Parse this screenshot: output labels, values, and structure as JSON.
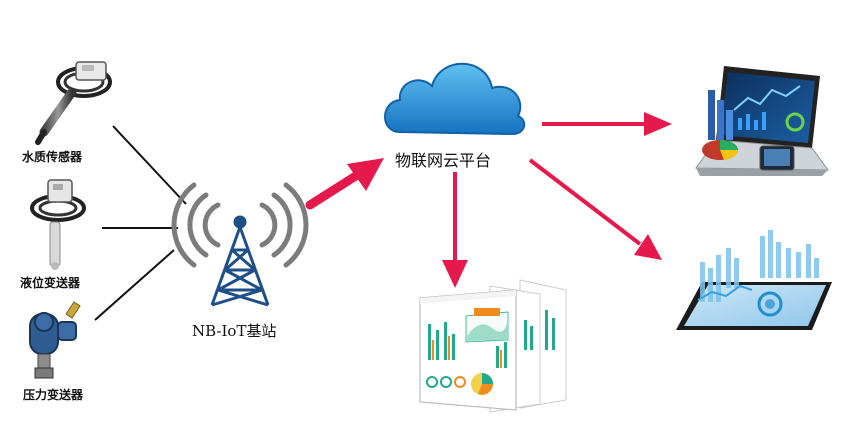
{
  "nodes": {
    "water_sensor": {
      "label": "水质传感器",
      "icon": "water-quality-sensor-icon"
    },
    "level_sensor": {
      "label": "液位变送器",
      "icon": "level-transmitter-icon"
    },
    "pressure_sensor": {
      "label": "压力变送器",
      "icon": "pressure-transmitter-icon"
    },
    "base_station": {
      "label": "NB-IoT基站",
      "icon": "cell-tower-icon"
    },
    "cloud_platform": {
      "label": "物联网云平台",
      "icon": "cloud-icon"
    },
    "web_dashboard": {
      "icon": "web-dashboard-icon"
    },
    "laptop": {
      "icon": "laptop-analytics-icon"
    },
    "tablet": {
      "icon": "tablet-analytics-icon"
    }
  },
  "colors": {
    "arrow": "#e5194b",
    "cloud": "#1f8fd3",
    "tower": "#1e4f86",
    "line": "#111111",
    "accent_orange": "#f08c1d",
    "accent_teal": "#22a88c"
  }
}
